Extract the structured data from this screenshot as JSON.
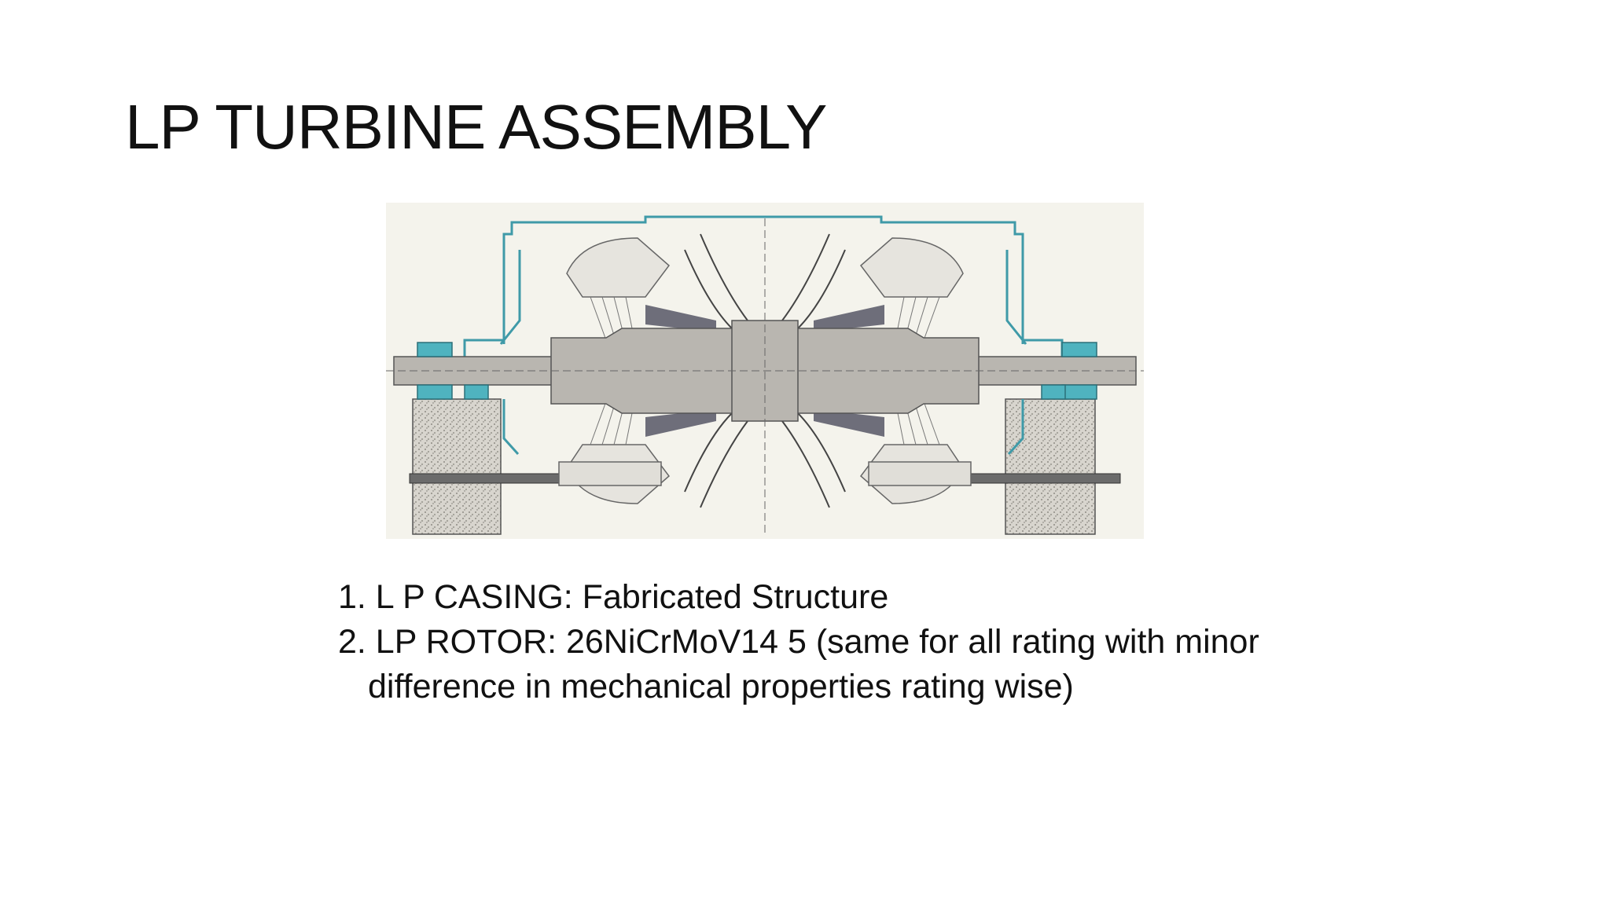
{
  "slide": {
    "title": "LP TURBINE ASSEMBLY"
  },
  "figure": {
    "description_name": "lp-turbine-cross-section-drawing"
  },
  "bullets": [
    "1. L P CASING: Fabricated Structure",
    "2. LP ROTOR: 26NiCrMoV14 5 (same for all rating with minor difference in mechanical properties rating wise)"
  ],
  "colors": {
    "casing_teal": "#3f9aa8",
    "rotor_grey": "#b9b6b0",
    "foundation_grey": "#d9d6cf",
    "paper": "#f4f3ec"
  }
}
